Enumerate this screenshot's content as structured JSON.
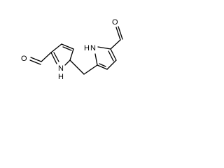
{
  "molecule": {
    "atoms": {
      "o_left": "O",
      "nh_left": "HN",
      "nh_left_h": "H",
      "nh_left_n": "N",
      "o_right": "O",
      "nh_right_h": "H",
      "nh_right_n": "N"
    }
  }
}
